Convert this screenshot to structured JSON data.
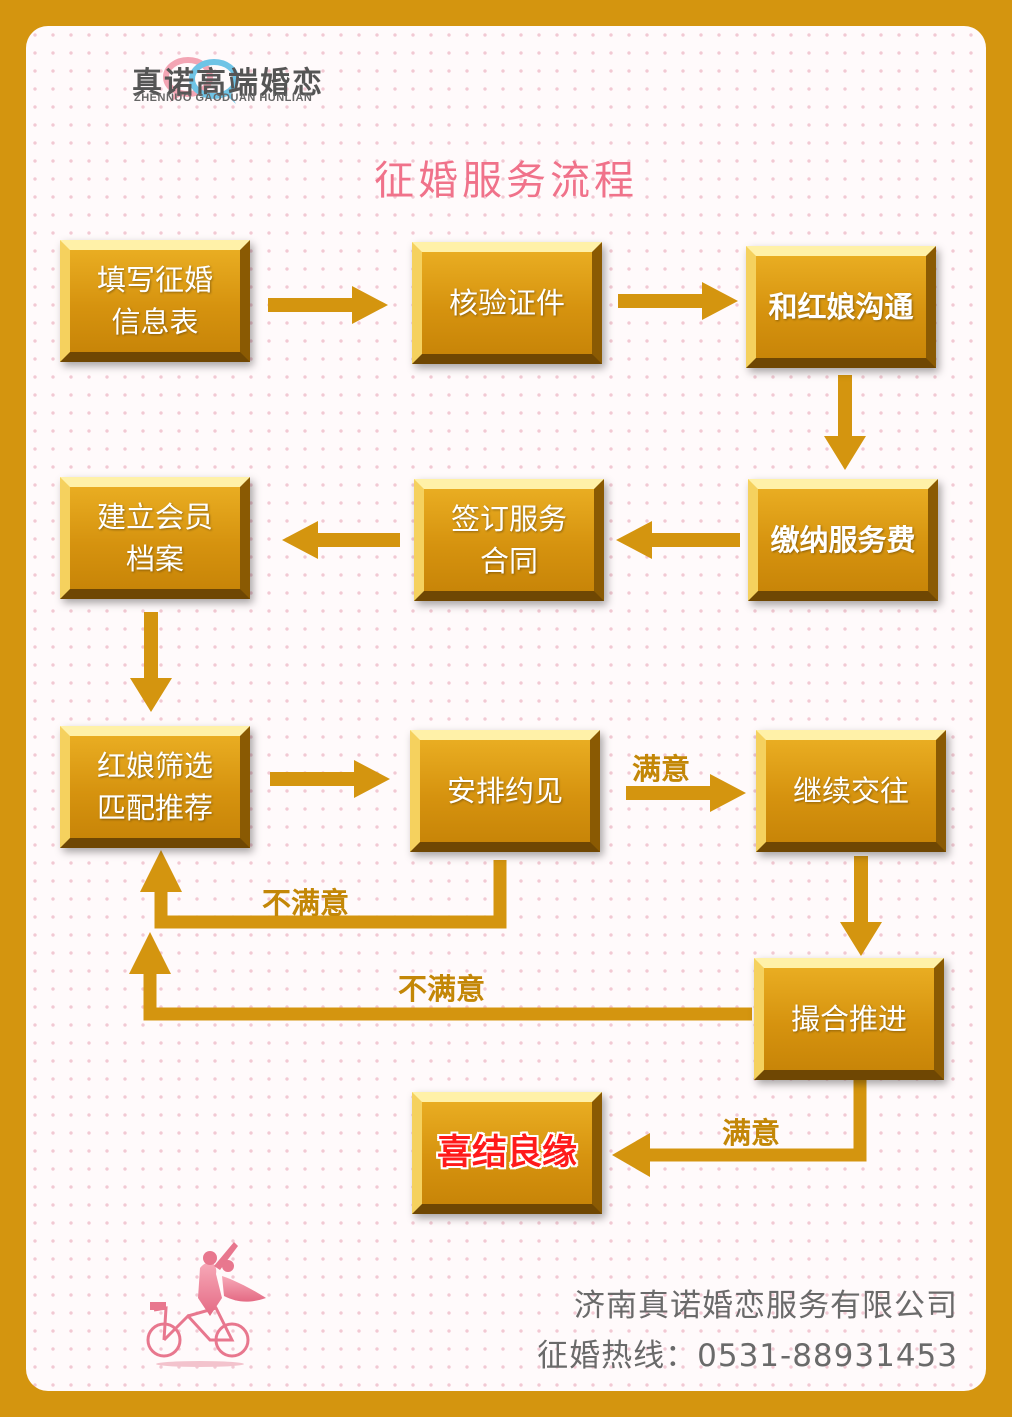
{
  "brand": {
    "name": "真诺高端婚恋",
    "subtitle": "ZHENNUO GAODUAN HUNLIAN"
  },
  "title": "征婚服务流程",
  "nodes": {
    "fill_form": "填写征婚\n信息表",
    "verify_id": "核验证件",
    "talk_matchmaker": "和红娘沟通",
    "pay_fee": "缴纳服务费",
    "sign_contract": "签订服务\n合同",
    "create_profile": "建立会员\n档案",
    "screen_match": "红娘筛选\n匹配推荐",
    "arrange_meeting": "安排约见",
    "continue_dating": "继续交往",
    "facilitate": "撮合推进",
    "happy_ending": "喜结良缘"
  },
  "edge_labels": {
    "meeting_satisfied": "满意",
    "meeting_unsatisfied": "不满意",
    "facilitate_unsatisfied": "不满意",
    "facilitate_satisfied": "满意"
  },
  "footer": {
    "company": "济南真诺婚恋服务有限公司",
    "hotline": "征婚热线：0531-88931453"
  },
  "colors": {
    "frame": "#d4950f",
    "box_gold": "#d6930f",
    "arrow": "#d4950f",
    "title_pink": "#f0728a",
    "final_text_red": "#ff1a1a"
  }
}
